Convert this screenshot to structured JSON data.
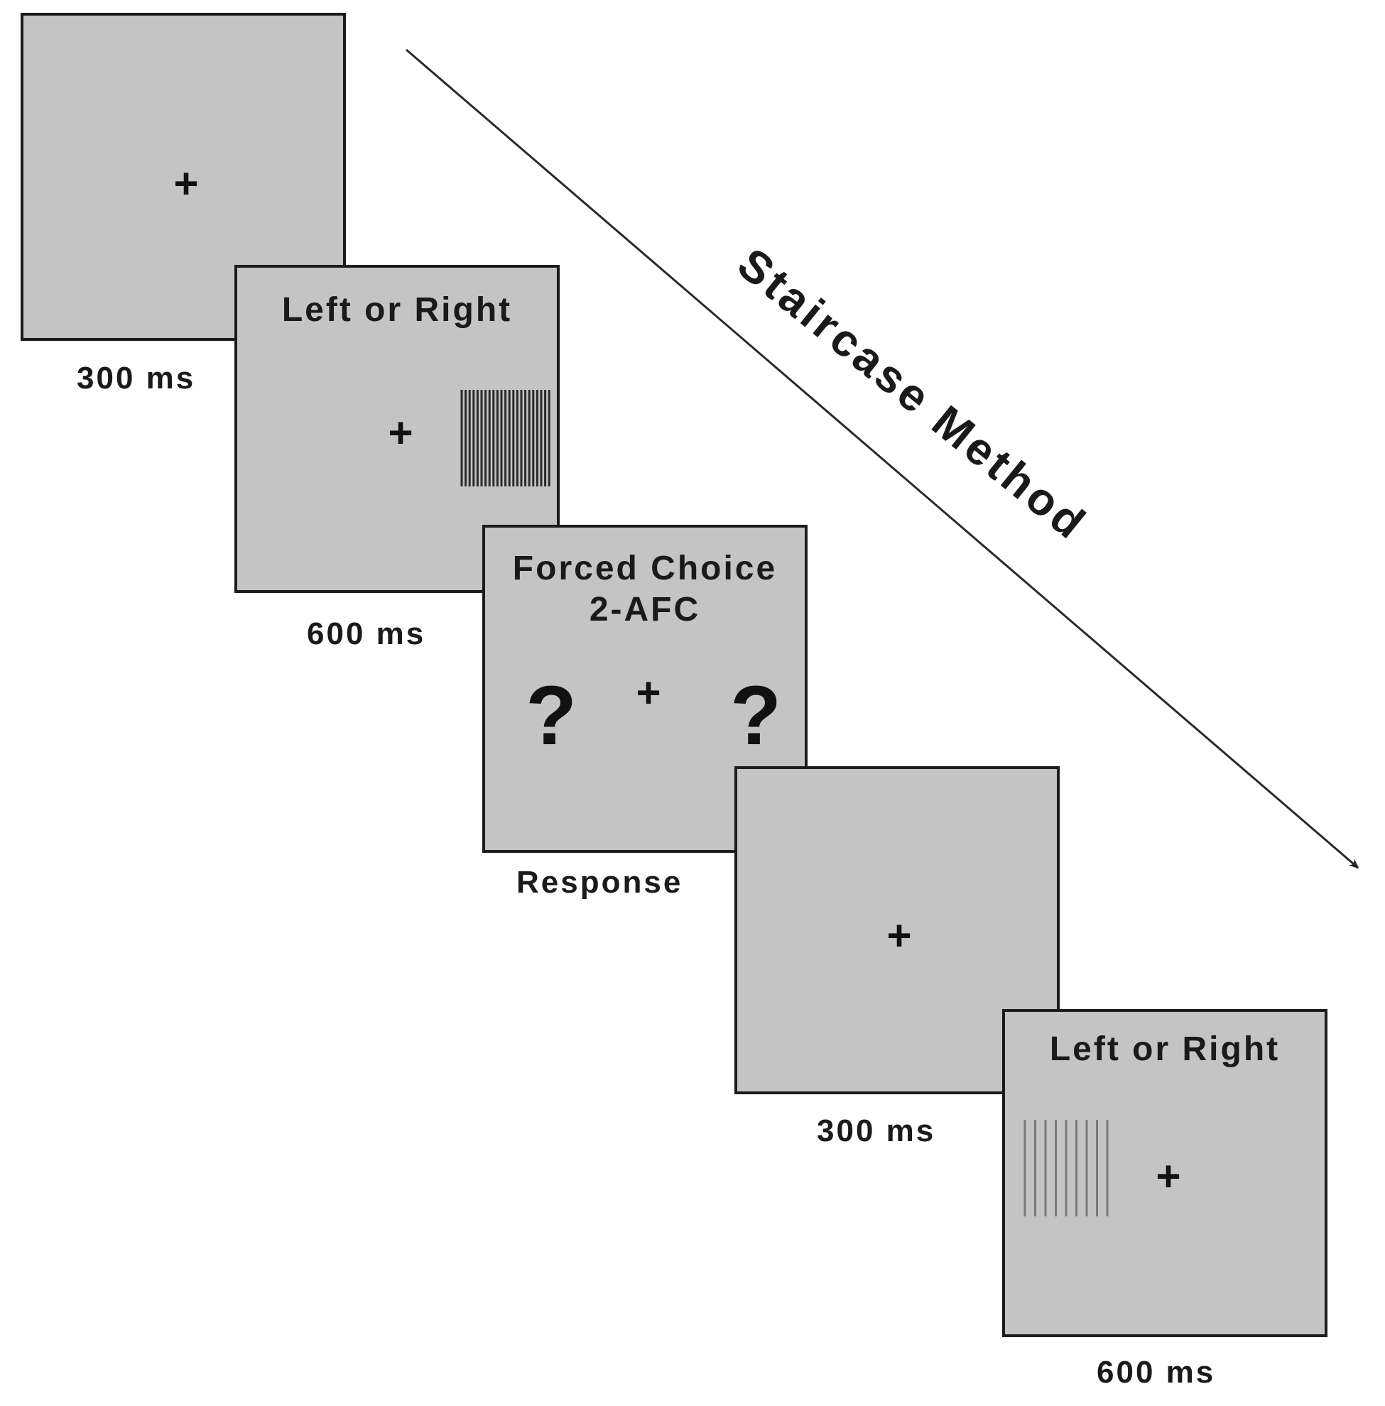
{
  "method_label": "Staircase Method",
  "fixation_symbol": "+",
  "response_symbol": "?",
  "frames": [
    {
      "title": "",
      "duration": "300 ms"
    },
    {
      "title": "Left or Right",
      "duration": "600 ms",
      "grating_side": "right"
    },
    {
      "title_line1": "Forced Choice",
      "title_line2": "2-AFC",
      "duration": "Response"
    },
    {
      "title": "",
      "duration": "300 ms"
    },
    {
      "title": "Left or Right",
      "duration": "600 ms",
      "grating_side": "left"
    }
  ]
}
